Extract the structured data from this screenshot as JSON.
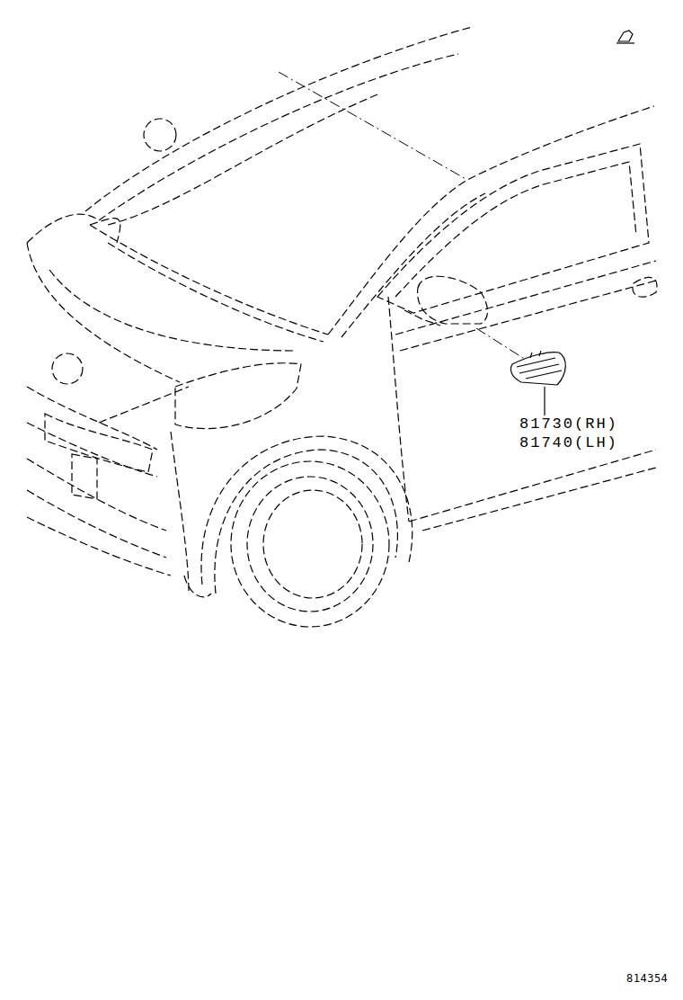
{
  "diagram": {
    "labels": [
      "81730(RH)",
      "81740(LH)",
      "814354"
    ]
  }
}
